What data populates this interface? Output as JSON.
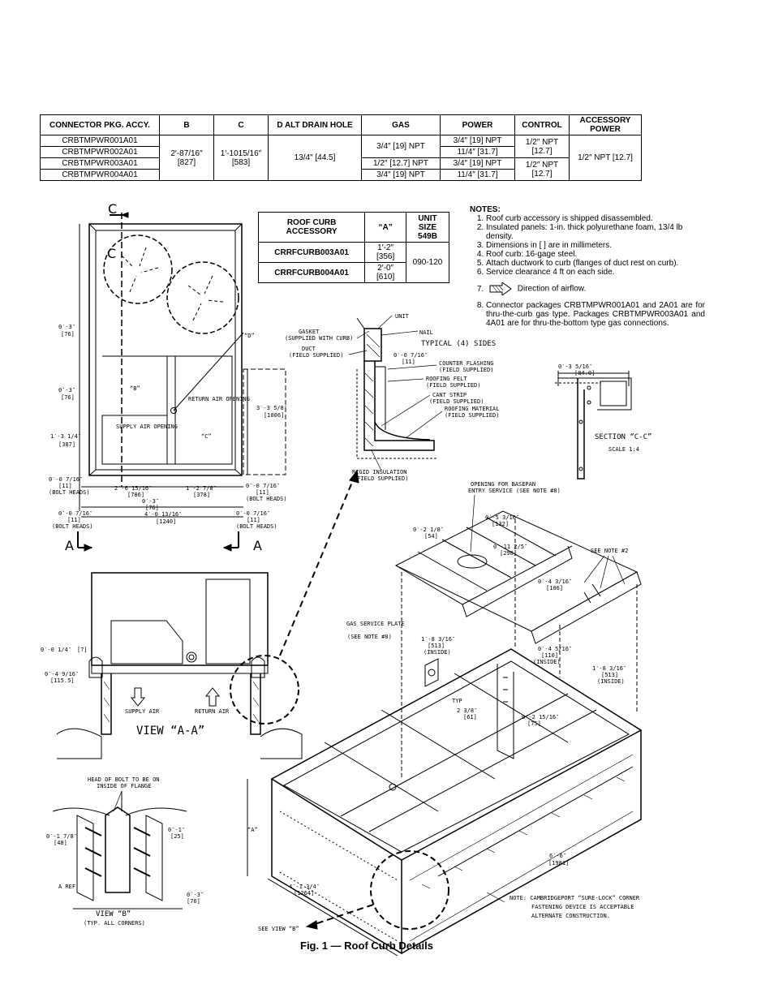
{
  "connector_table": {
    "headers": [
      "CONNECTOR PKG. ACCY.",
      "B",
      "C",
      "D ALT DRAIN HOLE",
      "GAS",
      "POWER",
      "CONTROL",
      "ACCESSORY POWER"
    ],
    "packages": [
      "CRBTMPWR001A01",
      "CRBTMPWR002A01",
      "CRBTMPWR003A01",
      "CRBTMPWR004A01"
    ],
    "b": "2′-87/16″ [827]",
    "c": "1′-1015/16″ [583]",
    "d": "13/4″ [44.5]",
    "gas": [
      "3/4″ [19] NPT",
      "1/2″ [12.7] NPT",
      "3/4″ [19] NPT"
    ],
    "power": [
      "3/4″ [19] NPT",
      "11/4″ [31.7]",
      "3/4″ [19] NPT",
      "11/4″ [31.7]"
    ],
    "control": [
      "1/2″ NPT [12.7]",
      "1/2″ NPT [12.7]"
    ],
    "accessory_power": "1/2″ NPT [12.7]"
  },
  "curb_table": {
    "headers": [
      "ROOF CURB ACCESSORY",
      "“A”",
      "UNIT SIZE 549B"
    ],
    "rows": [
      {
        "accessory": "CRRFCURB003A01",
        "a": "1′-2″ [356]"
      },
      {
        "accessory": "CRRFCURB004A01",
        "a": "2′-0″ [610]"
      }
    ],
    "unit_size": "090-120"
  },
  "notes": {
    "title": "NOTES:",
    "items": [
      "Roof curb accessory is shipped disassembled.",
      "Insulated panels: 1-in. thick polyurethane foam, 13/4 lb density.",
      "Dimensions in [ ] are in millimeters.",
      "Roof curb: 16-gage steel.",
      "Attach ductwork to curb (flanges of duct rest on curb).",
      "Service clearance 4 ft on each side.",
      "Direction of airflow.",
      "Connector packages CRBTMPWR001A01 and 2A01 are for thru-the-curb gas type. Packages CRBTMPWR003A01 and 4A01 are for thru-the-bottom type gas connections."
    ]
  },
  "drawing_labels": {
    "plan_c": "C",
    "plan_a": "A",
    "dim_0_3": "0′-3″",
    "dim_76": "[76]",
    "label_b": "“B”",
    "label_c": "“C”",
    "label_d": "“D”",
    "dim_1_3_14": "1′-3 1/4″",
    "dim_387": "[387]",
    "bolt_heads": "(BOLT HEADS)",
    "dim_0_0_716": "0′-0 7/16″",
    "dim_11": "[11]",
    "dim_2_6_1516": "2′-6 15/16″",
    "dim_786": "[786]",
    "dim_1_2_78": "1′-2 7/8″",
    "dim_378": "[378]",
    "dim_4_0_1316": "4′-0 13/16″",
    "dim_1240": "[1240]",
    "dim_3_3_58": "3′-3 5/8″",
    "dim_1006": "[1006]",
    "supply_air_opening": "SUPPLY AIR OPENING",
    "return_air_opening": "RETURN AIR OPENING",
    "unit": "UNIT",
    "gasket": "GASKET",
    "supplied_with_curb": "(SUPPLIED WITH CURB)",
    "duct": "DUCT",
    "field_supplied": "(FIELD SUPPLIED)",
    "nail": "NAIL",
    "dim_0_0_716b": "0′-0 7/16″",
    "typical_4_sides": "TYPICAL (4) SIDES",
    "counter_flashing": "COUNTER FLASHING",
    "roofing_felt": "ROOFING FELT",
    "cant_strip": "CANT STRIP",
    "roofing_material": "ROOFING MATERIAL",
    "rigid_insulation": "RIGID INSULATION",
    "dim_0_3_516": "0′-3 5/16″",
    "dim_84": "[84.0]",
    "section_cc": "SECTION “C-C”",
    "scale": "SCALE 1:4",
    "opening_basepan": "OPENING FOR BASEPAN",
    "entry_service": "ENTRY SERVICE (SEE NOTE #8)",
    "dim_0_2_18": "0′-2 1/8″",
    "dim_54": "[54]",
    "dim_0_5_316": "0′-5 3/16″",
    "dim_132": "[132]",
    "dim_0_11_25": "0′-11 2/5″",
    "dim_290": "[290]",
    "see_note_2": "SEE NOTE #2",
    "dim_0_4_316": "0′-4 3/16″",
    "dim_106": "[106]",
    "gas_service_plate": "GAS SERVICE PLATE",
    "see_note_8": "(SEE NOTE #8)",
    "dim_1_8_316": "1′-8 3/16″",
    "dim_513": "[513]",
    "inside": "(INSIDE)",
    "dim_0_4_516": "0′-4 5/16″",
    "dim_110": "[110]",
    "typ": "TYP",
    "dim_2_38": "2 3/8″",
    "dim_61": "[61]",
    "dim_0_2_1516": "0′-2 15/16″",
    "dim_75": "[75]",
    "dim_0_0_14": "0′-0 1/4″",
    "dim_7": "[7]",
    "dim_0_4_916": "0′-4 9/16″",
    "dim_115": "[115.5]",
    "supply_air": "SUPPLY AIR",
    "return_air": "RETURN AIR",
    "view_aa": "VIEW “A-A”",
    "head_of_bolt": "HEAD OF BOLT TO BE ON",
    "inside_flange": "INSIDE OF FLANGE",
    "dim_0_1_78": "0′-1 7/8″",
    "dim_48": "[48]",
    "dim_0_1": "0′-1″",
    "dim_25": "[25]",
    "a_ref": "A REF",
    "view_b": "VIEW “B”",
    "typ_all_corners": "(TYP. ALL CORNERS)",
    "label_a": "“A”",
    "dim_4_1_34": "4′-1 3/4″",
    "dim_1264": "[1264]",
    "dim_6_6": "6′-6″",
    "dim_1981": "[1981]",
    "see_view_b": "SEE VIEW “B”",
    "cambridgeport_1": "NOTE: CAMBRIDGEPORT “SURE-LOCK” CORNER",
    "cambridgeport_2": "FASTENING DEVICE IS ACCEPTABLE",
    "cambridgeport_3": "ALTERNATE CONSTRUCTION."
  },
  "caption": "Fig. 1 — Roof Curb Details"
}
